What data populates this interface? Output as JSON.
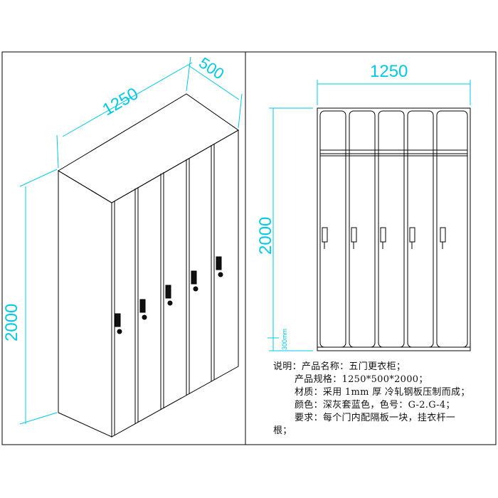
{
  "iso_view": {
    "dim_width": "1250",
    "dim_depth": "500",
    "dim_height": "2000"
  },
  "front_view": {
    "dim_width": "1250",
    "dim_height": "2000",
    "dim_base": "300mm"
  },
  "notes": {
    "lines": [
      "说明：产品名称：五门更衣柜；",
      "产品规格：1250*500*2000；",
      "材质：采用 1mm 厚 冷轧钢板压制而成；",
      "颜色：深灰套蓝色，色号：G-2.G-4；",
      "要求：每个门内配隔板一块，挂衣杆一",
      "根；"
    ]
  },
  "colors": {
    "dimension": "#00c8e6",
    "outline": "#000000"
  }
}
